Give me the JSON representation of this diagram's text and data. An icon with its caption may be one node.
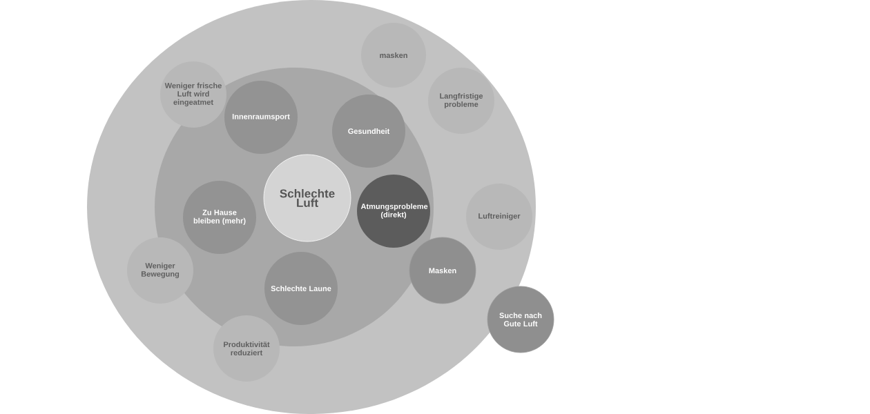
{
  "diagram": {
    "nodes": [
      {
        "text": [],
        "shape": "circle"
      },
      {
        "text": [],
        "shape": "circle",
        "in": 0
      },
      {
        "text": [
          "masken"
        ],
        "in": 0
      },
      {
        "text": [
          "Weniger frische Luft wird eingeatmet"
        ],
        "in": 0
      },
      {
        "text": [
          "Innenraumsport"
        ],
        "in": 1
      },
      {
        "text": [
          "Gesundheit"
        ],
        "in": 1
      },
      {
        "text": [
          "Langfristige probleme"
        ],
        "in": 0
      },
      {
        "text": [
          "Schlechte Luft"
        ],
        "in": 1
      },
      {
        "text": [
          "Zu Hause bleiben (mehr)"
        ],
        "in": 1
      },
      {
        "text": [
          "Atmungsprobleme (direkt)"
        ],
        "in": 1
      },
      {
        "text": [
          "Luftreiniger"
        ],
        "in": 0
      },
      {
        "text": [
          "Weniger Bewegung"
        ],
        "in": 0
      },
      {
        "text": [
          "Masken"
        ],
        "in": 0
      },
      {
        "text": [
          "Schlechte Laune"
        ],
        "in": 1
      },
      {
        "text": [
          "Suche nach Gute Luft"
        ]
      },
      {
        "text": [
          "Produktivität reduziert"
        ],
        "in": 0
      }
    ],
    "edges": []
  }
}
